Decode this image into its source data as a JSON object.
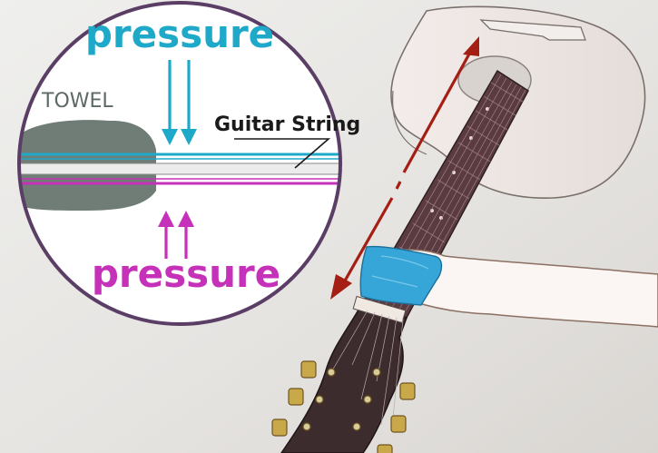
{
  "inset": {
    "top_label": "pressure",
    "bottom_label": "pressure",
    "towel_label": "TOWEL",
    "string_label": "Guitar String"
  },
  "colors": {
    "background": "#ebeae8",
    "cyan": "#1fa9c9",
    "magenta": "#c531b8",
    "towel": "#6f7d76",
    "circle_border": "#5a3e66",
    "arrow_red": "#a51e14",
    "fretboard": "#5c3b40",
    "headstock": "#3c2c2e",
    "tuner_gold": "#c9a84a",
    "cloth_blue": "#36a6d9"
  },
  "icons": [
    "towel-shape",
    "guitar-string",
    "pressure-arrows",
    "guitar",
    "hand",
    "cloth",
    "direction-arrows"
  ]
}
